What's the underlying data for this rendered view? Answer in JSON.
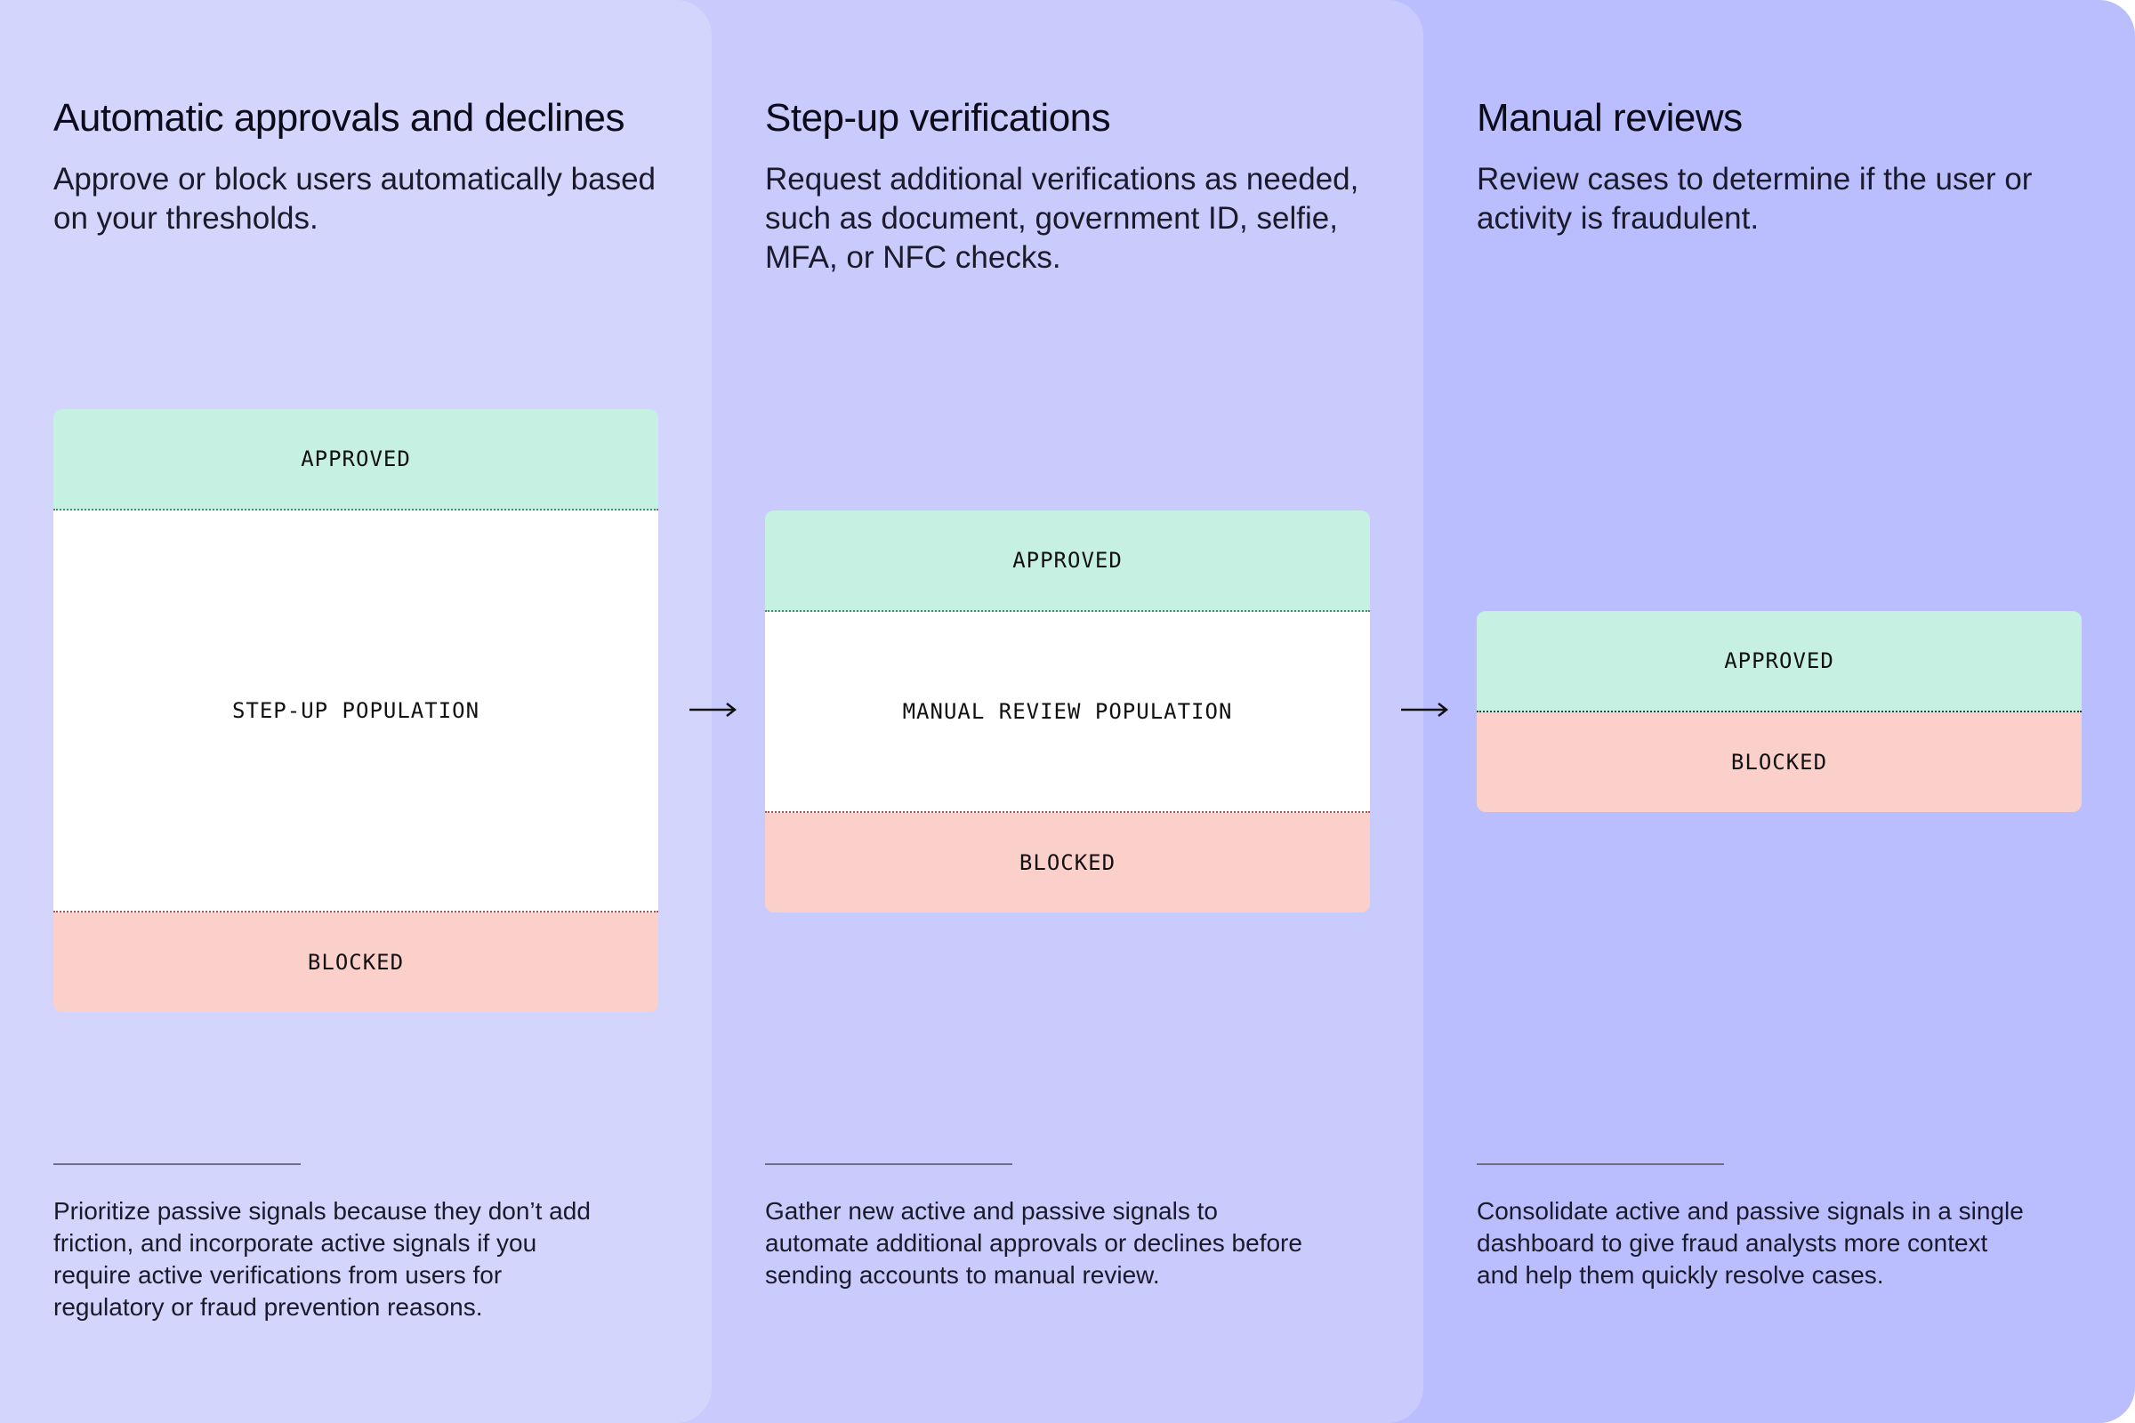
{
  "columns": [
    {
      "title": "Automatic approvals and declines",
      "subtitle": "Approve or block users automatically based on your thresholds.",
      "segments": {
        "approved": "APPROVED",
        "middle": "STEP-UP POPULATION",
        "blocked": "BLOCKED"
      },
      "footnote": "Prioritize passive signals because they don’t add friction, and incorporate active signals if you require active verifications from users for regulatory or fraud prevention reasons."
    },
    {
      "title": "Step-up verifications",
      "subtitle": "Request additional verifications as needed, such as document, government ID, selfie, MFA, or NFC checks.",
      "segments": {
        "approved": "APPROVED",
        "middle": "MANUAL REVIEW POPULATION",
        "blocked": "BLOCKED"
      },
      "footnote": "Gather new active and passive signals to automate additional approvals or declines before sending accounts to manual review."
    },
    {
      "title": "Manual reviews",
      "subtitle": "Review cases to determine if the user or activity is fraudulent.",
      "segments": {
        "approved": "APPROVED",
        "blocked": "BLOCKED"
      },
      "footnote": "Consolidate active and passive signals in a single dashboard to give fraud analysts more context and help them quickly resolve cases."
    }
  ],
  "arrows": [
    {
      "icon": "right-arrow-icon"
    },
    {
      "icon": "right-arrow-icon"
    }
  ],
  "colors": {
    "panel_1": "#d3d5fc",
    "panel_2": "#c9cbfd",
    "panel_3": "#bbbefe",
    "approved": "#c6f1e2",
    "blocked": "#fbd0cb",
    "population": "#ffffff"
  }
}
